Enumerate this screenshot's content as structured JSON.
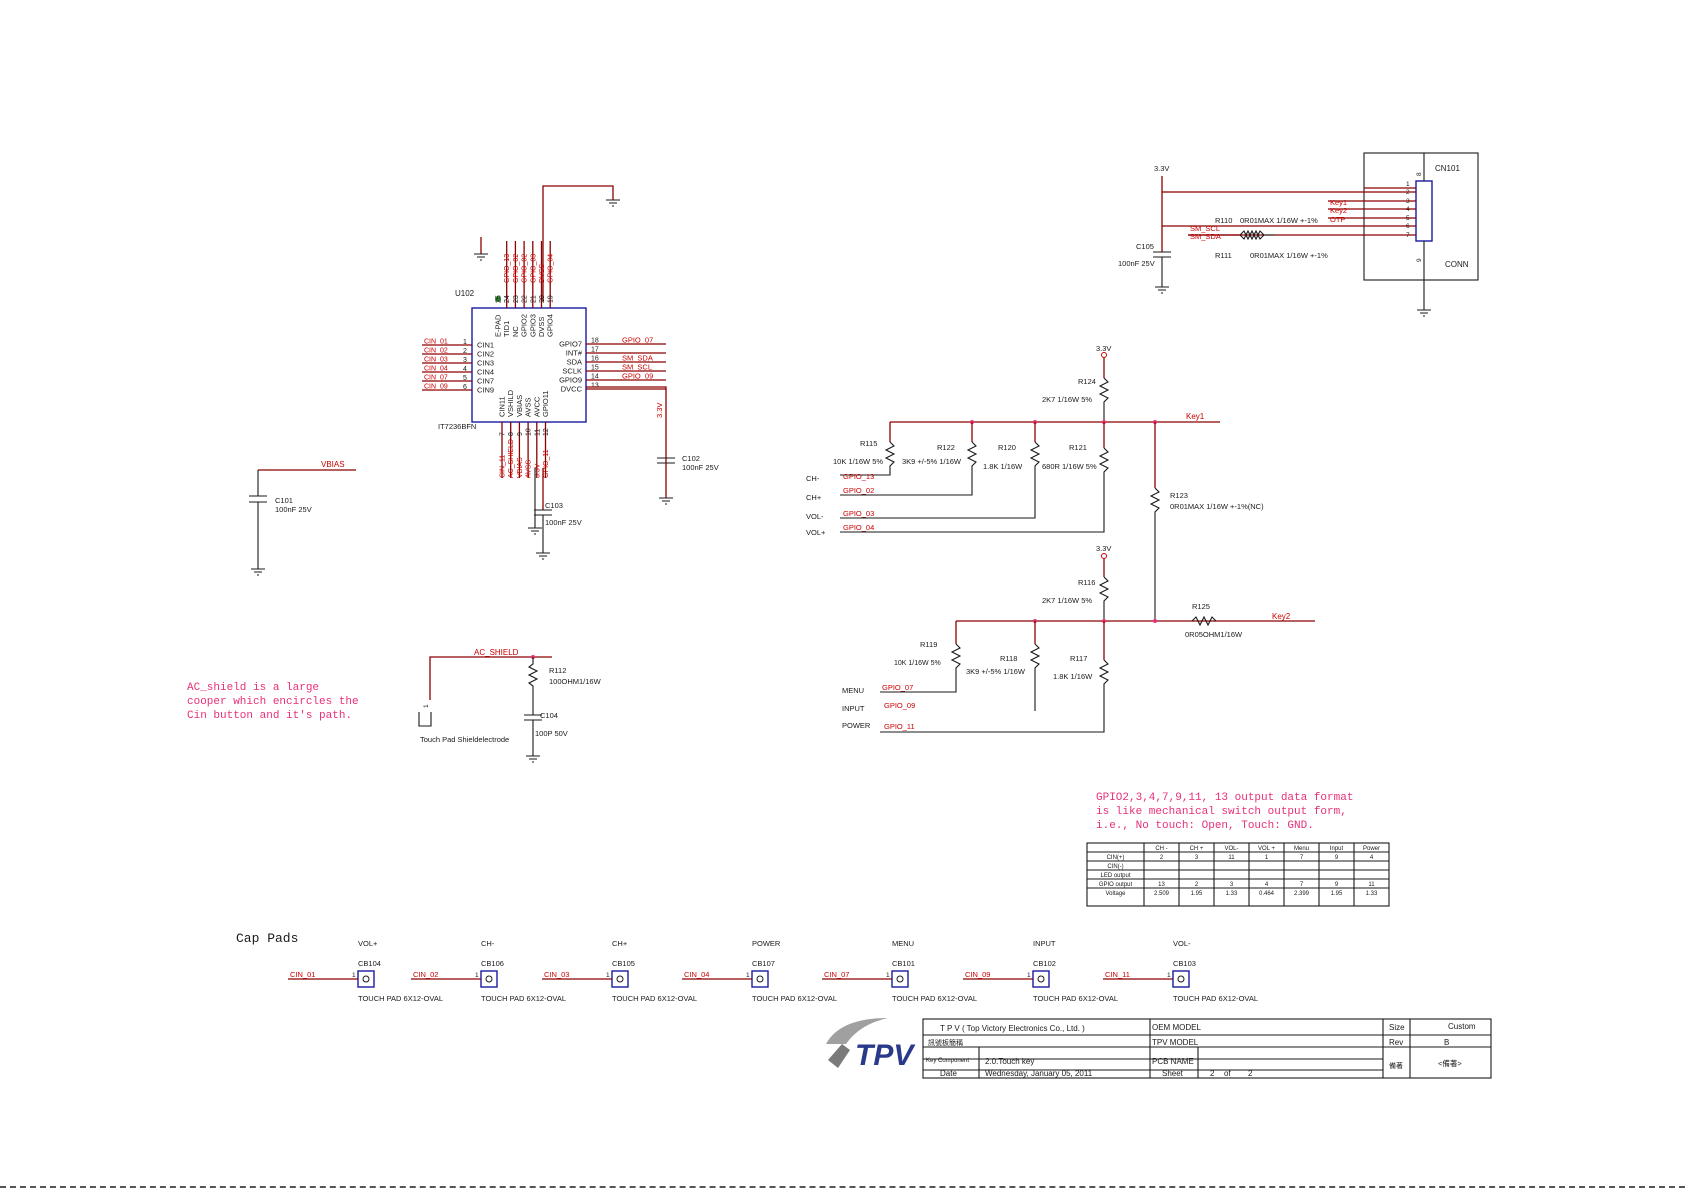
{
  "chip": {
    "ref": "U102",
    "part": "IT7236BFN",
    "left_pins": [
      {
        "num": "1",
        "name": "CIN1",
        "net": "CIN_01"
      },
      {
        "num": "2",
        "name": "CIN2",
        "net": "CIN_02"
      },
      {
        "num": "3",
        "name": "CIN3",
        "net": "CIN_03"
      },
      {
        "num": "4",
        "name": "CIN4",
        "net": "CIN_04"
      },
      {
        "num": "5",
        "name": "CIN7",
        "net": "CIN_07"
      },
      {
        "num": "6",
        "name": "CIN9",
        "net": "CIN_09"
      }
    ],
    "top_pins": [
      {
        "num": "25",
        "name": "E-PAD",
        "net": ""
      },
      {
        "num": "24",
        "name": "TID1",
        "net": "GPIO_13"
      },
      {
        "num": "23",
        "name": "NC",
        "net": "GPIO_02"
      },
      {
        "num": "22",
        "name": "GPIO2",
        "net": "GPIO_02"
      },
      {
        "num": "21",
        "name": "GPIO3",
        "net": "GPIO_03"
      },
      {
        "num": "20",
        "name": "DVSS",
        "net": "DVSS"
      },
      {
        "num": "19",
        "name": "GPIO4",
        "net": "GPIO_04"
      }
    ],
    "right_pins": [
      {
        "num": "18",
        "name": "GPIO7",
        "net": "GPIO_07"
      },
      {
        "num": "17",
        "name": "INT#",
        "net": ""
      },
      {
        "num": "16",
        "name": "SDA",
        "net": "SM_SDA"
      },
      {
        "num": "15",
        "name": "SCLK",
        "net": "SM_SCL"
      },
      {
        "num": "14",
        "name": "GPIO9",
        "net": "GPIO_09"
      },
      {
        "num": "13",
        "name": "DVCC",
        "net": ""
      }
    ],
    "bottom_pins": [
      {
        "num": "7",
        "name": "CIN11",
        "net": "CIN_11"
      },
      {
        "num": "8",
        "name": "VSHILD",
        "net": "AC_SHIELD"
      },
      {
        "num": "9",
        "name": "VBIAS",
        "net": "VBIAS"
      },
      {
        "num": "10",
        "name": "AVSS",
        "net": "AVSS"
      },
      {
        "num": "11",
        "name": "AVCC",
        "net": "3.3V"
      },
      {
        "num": "12",
        "name": "GPIO11",
        "net": "GPIO_11"
      }
    ],
    "power_label": "3.3V"
  },
  "caps": {
    "c101": {
      "ref": "C101",
      "value": "100nF 25V",
      "net": "VBIAS"
    },
    "c102": {
      "ref": "C102",
      "value": "100nF 25V"
    },
    "c103": {
      "ref": "C103",
      "value": "100nF 25V"
    },
    "c104": {
      "ref": "C104",
      "value": "100P 50V"
    },
    "c105": {
      "ref": "C105",
      "value": "100nF 25V"
    }
  },
  "shield": {
    "net": "AC_SHIELD",
    "r_ref": "R112",
    "r_value": "100OHM1/16W",
    "pin": "1",
    "pad_label": "Touch Pad Shieldelectrode",
    "note": [
      "AC_shield is a large",
      "cooper which encircles the",
      "Cin button and it's path."
    ]
  },
  "connector": {
    "ref": "CN101",
    "type": "CONN",
    "power": "3.3V",
    "pins": [
      "8",
      "1",
      "2",
      "3",
      "4",
      "5",
      "6",
      "7",
      "9"
    ],
    "nets": [
      "Key1",
      "Key2",
      "OTP",
      "SM_SCL",
      "SM_SDA"
    ],
    "r110": {
      "ref": "R110",
      "value": "0R01MAX 1/16W +-1%"
    },
    "r111": {
      "ref": "R111",
      "value": "0R01MAX 1/16W +-1%"
    }
  },
  "ladder1": {
    "power": "3.3V",
    "net": "Key1",
    "r124": {
      "ref": "R124",
      "value": "2K7 1/16W 5%"
    },
    "r115": {
      "ref": "R115",
      "value": "10K 1/16W 5%"
    },
    "r122": {
      "ref": "R122",
      "value": "3K9 +/-5% 1/16W"
    },
    "r120": {
      "ref": "R120",
      "value": "1.8K 1/16W"
    },
    "r121": {
      "ref": "R121",
      "value": "680R 1/16W 5%"
    },
    "r123": {
      "ref": "R123",
      "value": "0R01MAX 1/16W +-1%(NC)"
    },
    "rows": [
      {
        "label": "CH-",
        "net": "GPIO_13"
      },
      {
        "label": "CH+",
        "net": "GPIO_02"
      },
      {
        "label": "VOL-",
        "net": "GPIO_03"
      },
      {
        "label": "VOL+",
        "net": "GPIO_04"
      }
    ]
  },
  "ladder2": {
    "power": "3.3V",
    "net": "Key2",
    "r116": {
      "ref": "R116",
      "value": "2K7 1/16W 5%"
    },
    "r125": {
      "ref": "R125",
      "value": "0R05OHM1/16W"
    },
    "r119": {
      "ref": "R119",
      "value": "10K 1/16W 5%"
    },
    "r118": {
      "ref": "R118",
      "value": "3K9 +/-5% 1/16W"
    },
    "r117": {
      "ref": "R117",
      "value": "1.8K 1/16W"
    },
    "rows": [
      {
        "label": "MENU",
        "net": "GPIO_07"
      },
      {
        "label": "INPUT",
        "net": "GPIO_09"
      },
      {
        "label": "POWER",
        "net": "GPIO_11"
      }
    ]
  },
  "gpio_note": [
    "GPIO2,3,4,7,9,11, 13 output data format",
    "is like mechanical switch output form,",
    "i.e., No touch: Open, Touch: GND."
  ],
  "table": {
    "headers": [
      "",
      "CH -",
      "CH +",
      "VOL-",
      "VOL +",
      "Menu",
      "Input",
      "Power"
    ],
    "rows": [
      [
        "CIN(+)",
        "2",
        "3",
        "11",
        "1",
        "7",
        "9",
        "4"
      ],
      [
        "CIN(-)",
        "",
        "",
        "",
        "",
        "",
        "",
        ""
      ],
      [
        "LED output",
        "",
        "",
        "",
        "",
        "",
        "",
        ""
      ],
      [
        "GPIO output",
        "13",
        "2",
        "3",
        "4",
        "7",
        "9",
        "11"
      ],
      [
        "Voltage",
        "2.509",
        "1.95",
        "1.33",
        "0.464",
        "2.399",
        "1.95",
        "1.33"
      ]
    ]
  },
  "cap_pads": {
    "title": "Cap Pads",
    "pads": [
      {
        "name": "VOL+",
        "ref": "CB104",
        "net": "CIN_01",
        "pin": "1",
        "footprint": "TOUCH PAD 6X12-OVAL"
      },
      {
        "name": "CH-",
        "ref": "CB106",
        "net": "CIN_02",
        "pin": "1",
        "footprint": "TOUCH PAD 6X12-OVAL"
      },
      {
        "name": "CH+",
        "ref": "CB105",
        "net": "CIN_03",
        "pin": "1",
        "footprint": "TOUCH PAD 6X12-OVAL"
      },
      {
        "name": "POWER",
        "ref": "CB107",
        "net": "CIN_04",
        "pin": "1",
        "footprint": "TOUCH PAD 6X12-OVAL"
      },
      {
        "name": "MENU",
        "ref": "CB101",
        "net": "CIN_07",
        "pin": "1",
        "footprint": "TOUCH PAD 6X12-OVAL"
      },
      {
        "name": "INPUT",
        "ref": "CB102",
        "net": "CIN_09",
        "pin": "1",
        "footprint": "TOUCH PAD 6X12-OVAL"
      },
      {
        "name": "VOL-",
        "ref": "CB103",
        "net": "CIN_11",
        "pin": "1",
        "footprint": "TOUCH PAD 6X12-OVAL"
      }
    ]
  },
  "title_block": {
    "logo": "TPV",
    "company": "T P V  ( Top   Victory   Electronics   Co.,  Ltd. )",
    "oem_label": "OEM MODEL",
    "tpv_model_label": "TPV MODEL",
    "pcb_name_label": "PCB NAME",
    "row2_label": "訊號板簡稱",
    "key_component_label": "Key Component",
    "key_component": "2.0.Touch key",
    "date_label": "Date",
    "date": "Wednesday, January 05, 2011",
    "sheet_label": "Sheet",
    "sheet": "2",
    "of_label": "of",
    "sheets": "2",
    "size_label": "Size",
    "size": "Custom",
    "rev_label": "Rev",
    "rev": "B",
    "note_label": "備著",
    "note_value": "<備著>"
  }
}
